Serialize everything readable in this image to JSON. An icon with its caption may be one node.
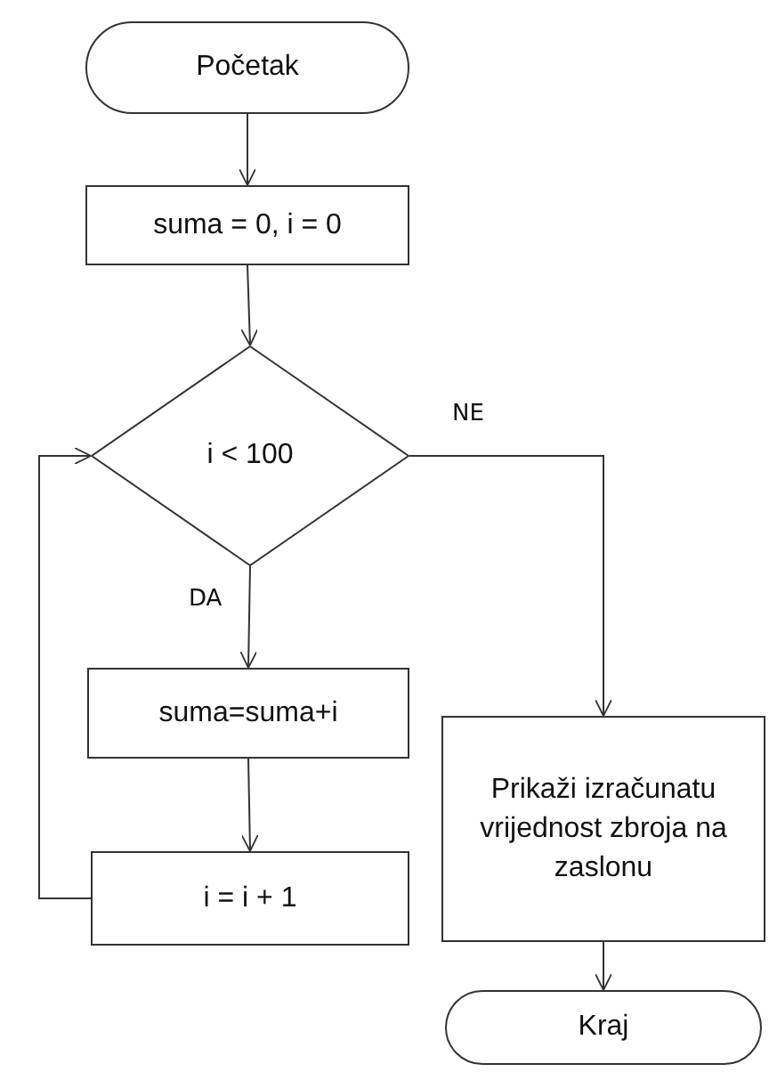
{
  "diagram": {
    "nodes": [
      {
        "text": [
          "Početak"
        ]
      },
      {
        "text": [
          "suma = 0, i = 0"
        ]
      },
      {
        "text": [
          "i < 100"
        ]
      },
      {
        "text": [
          "suma=suma+i"
        ]
      },
      {
        "text": [
          "i = i + 1"
        ]
      },
      {
        "text": [
          "Prikaži izračunatu vrijednost zbroja na zaslonu"
        ]
      },
      {
        "text": [
          "Kraj"
        ]
      }
    ],
    "edges": [
      {
        "from": 0,
        "to": 1,
        "arrow": "to"
      },
      {
        "from": 1,
        "to": 2,
        "arrow": "to"
      },
      {
        "from": 2,
        "to": 3,
        "arrow": "to",
        "label": "DA"
      },
      {
        "from": 3,
        "to": 4,
        "arrow": "to"
      },
      {
        "from": 4,
        "to": 2,
        "arrow": "to"
      },
      {
        "from": 2,
        "to": 5,
        "arrow": "to",
        "label": "NE"
      },
      {
        "from": 5,
        "to": 6,
        "arrow": "to"
      }
    ]
  }
}
